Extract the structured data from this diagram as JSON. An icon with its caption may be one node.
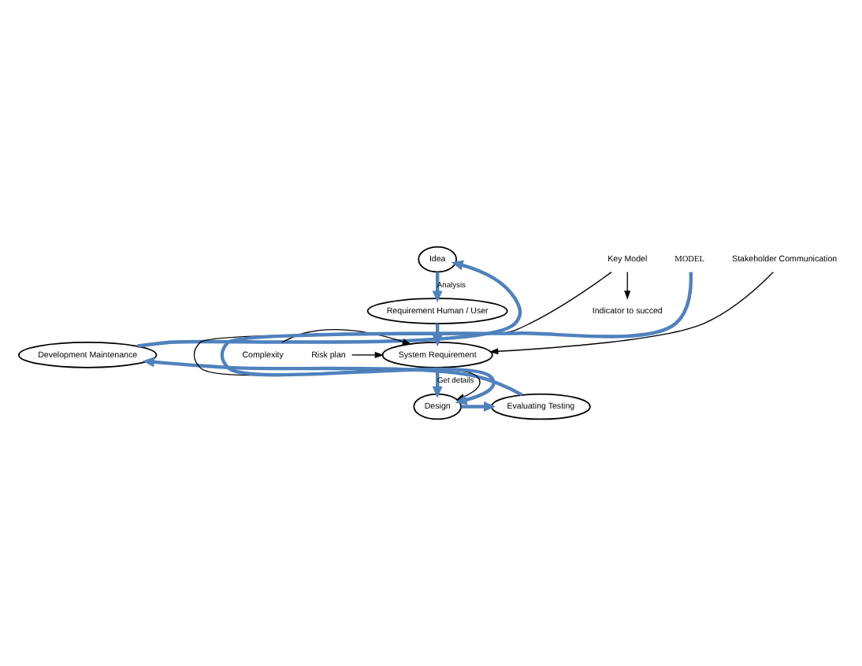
{
  "diagram": {
    "nodes": [
      {
        "text": [
          "Idea"
        ]
      },
      {
        "text": [
          "Requirement Human / User"
        ]
      },
      {
        "text": [
          "System Requirement"
        ]
      },
      {
        "text": [
          "Design"
        ]
      },
      {
        "text": [
          "Evaluating Testing"
        ]
      },
      {
        "text": [
          "Development Maintenance"
        ]
      },
      {
        "text": [
          "Complexity"
        ]
      },
      {
        "text": [
          "Risk plan"
        ]
      },
      {
        "text": [
          "Stakeholder Communication"
        ]
      },
      {
        "text": [
          "Key Model"
        ]
      },
      {
        "text": [
          "Indicator to succed"
        ]
      },
      {
        "text": [
          "MODEL"
        ]
      }
    ],
    "edges": [
      {
        "from": 0,
        "to": 1,
        "arrow": "to",
        "label": "Analysis"
      },
      {
        "from": 1,
        "to": 2,
        "arrow": "to"
      },
      {
        "from": 2,
        "to": 3,
        "arrow": "to",
        "label": "Get details"
      },
      {
        "from": 3,
        "to": 4,
        "arrow": "to"
      },
      {
        "from": 4,
        "to": 5,
        "arrow": "to"
      },
      {
        "from": 5,
        "to": 0,
        "arrow": "to"
      },
      {
        "from": 6,
        "to": 2,
        "arrow": "to",
        "color": "#000000"
      },
      {
        "from": 7,
        "to": 2,
        "arrow": "to",
        "color": "#000000"
      },
      {
        "from": 8,
        "to": 2,
        "arrow": "to",
        "color": "#000000"
      },
      {
        "from": 9,
        "to": 3,
        "arrow": "to",
        "color": "#000000"
      },
      {
        "from": 9,
        "to": 10,
        "arrow": "to",
        "color": "#000000"
      },
      {
        "from": 11,
        "to": 3,
        "arrow": "to"
      }
    ]
  }
}
